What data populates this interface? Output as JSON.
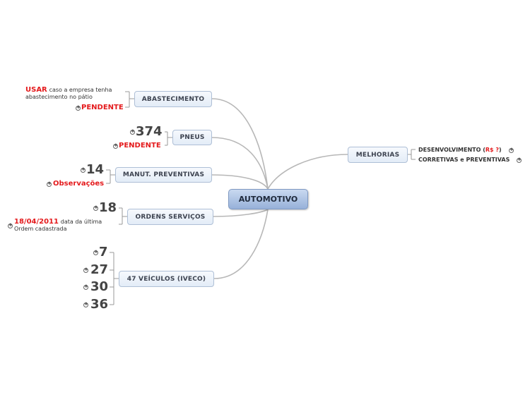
{
  "root": {
    "label": "AUTOMOTIVO"
  },
  "branches": {
    "abastecimento": {
      "label": "ABASTECIMENTO",
      "note_keyword": "USAR",
      "note_line1": "caso a empresa tenha",
      "note_line2": "abastecimento no pátio",
      "status": "PENDENTE"
    },
    "pneus": {
      "label": "PNEUS",
      "value": "374",
      "status": "PENDENTE"
    },
    "manut": {
      "label": "MANUT. PREVENTIVAS",
      "value": "14",
      "extra": "Observações"
    },
    "ordens": {
      "label": "ORDENS SERVIÇOS",
      "value": "18",
      "date": "18/04/2011",
      "note_line1": "data da última",
      "note_line2": "Ordem cadastrada"
    },
    "veiculos": {
      "label": "47 VEÍCULOS (IVECO)",
      "values": [
        "7",
        "27",
        "30",
        "36"
      ]
    },
    "melhorias": {
      "label": "MELHORIAS",
      "item1_prefix": "DESENVOLVIMENTO (",
      "item1_highlight": "R$ ?",
      "item1_suffix": ")",
      "item2": "CORRETIVAS e PREVENTIVAS"
    }
  }
}
